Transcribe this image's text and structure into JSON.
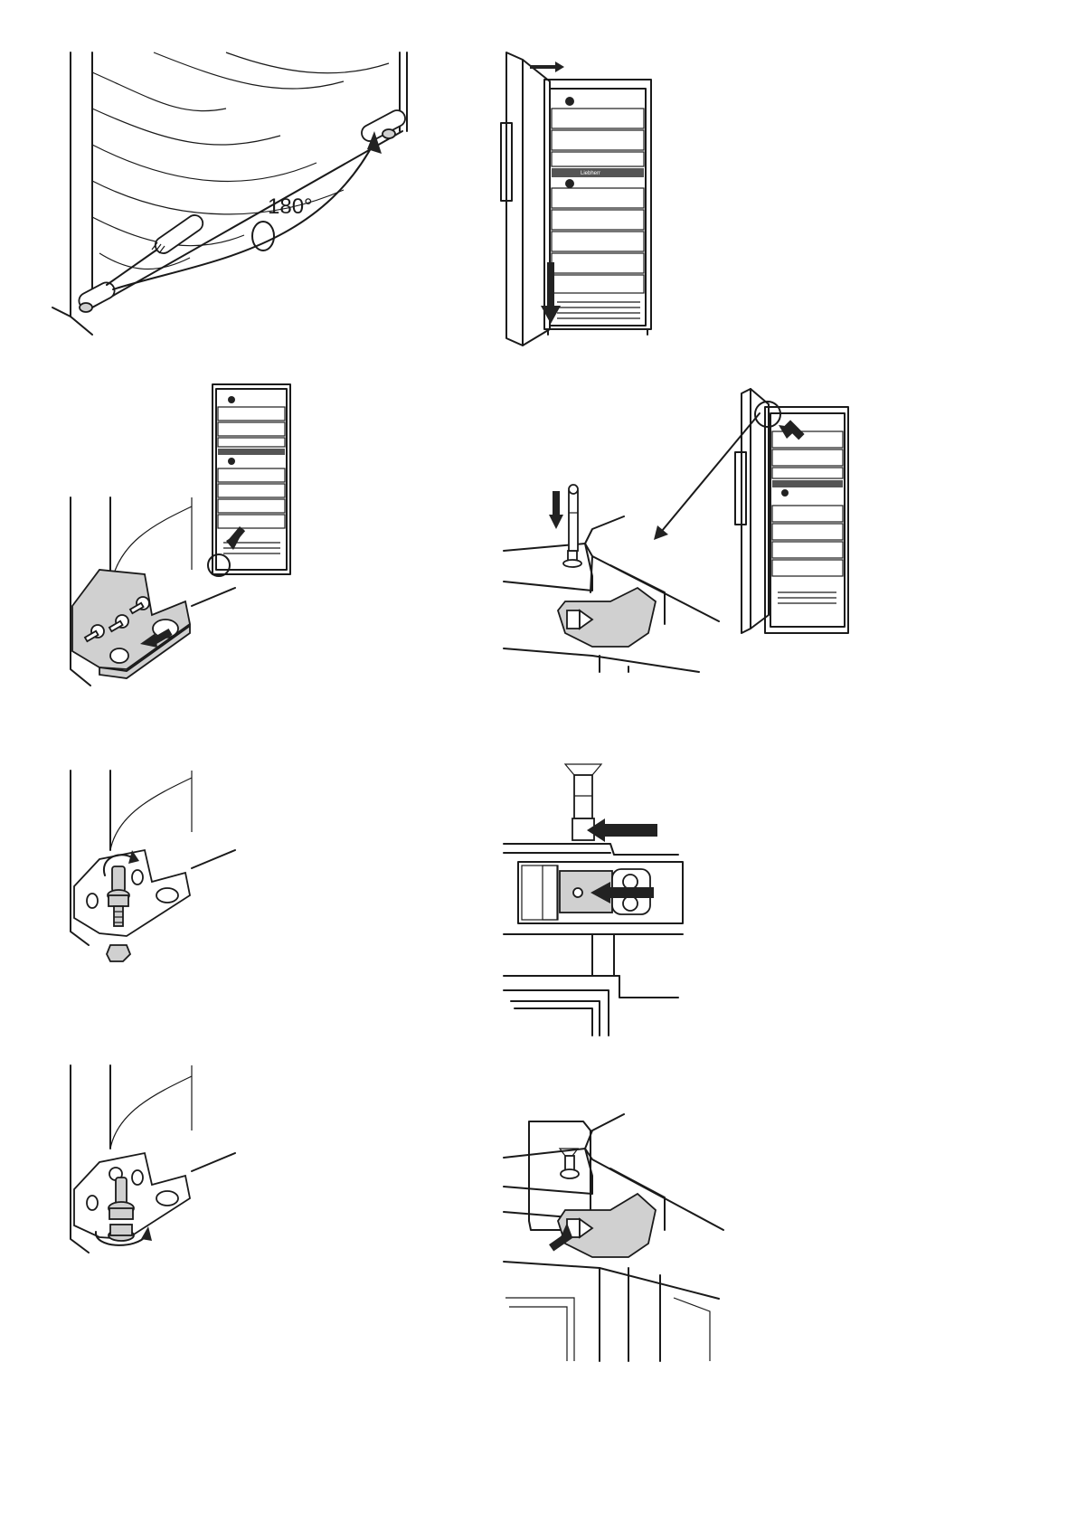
{
  "figures": [
    {
      "id": "fig-1",
      "label": "180°"
    },
    {
      "id": "fig-2"
    },
    {
      "id": "fig-3"
    },
    {
      "id": "fig-4"
    },
    {
      "id": "fig-5"
    },
    {
      "id": "fig-6"
    },
    {
      "id": "fig-7"
    },
    {
      "id": "fig-8"
    }
  ],
  "brand_mark": "Liebherr"
}
